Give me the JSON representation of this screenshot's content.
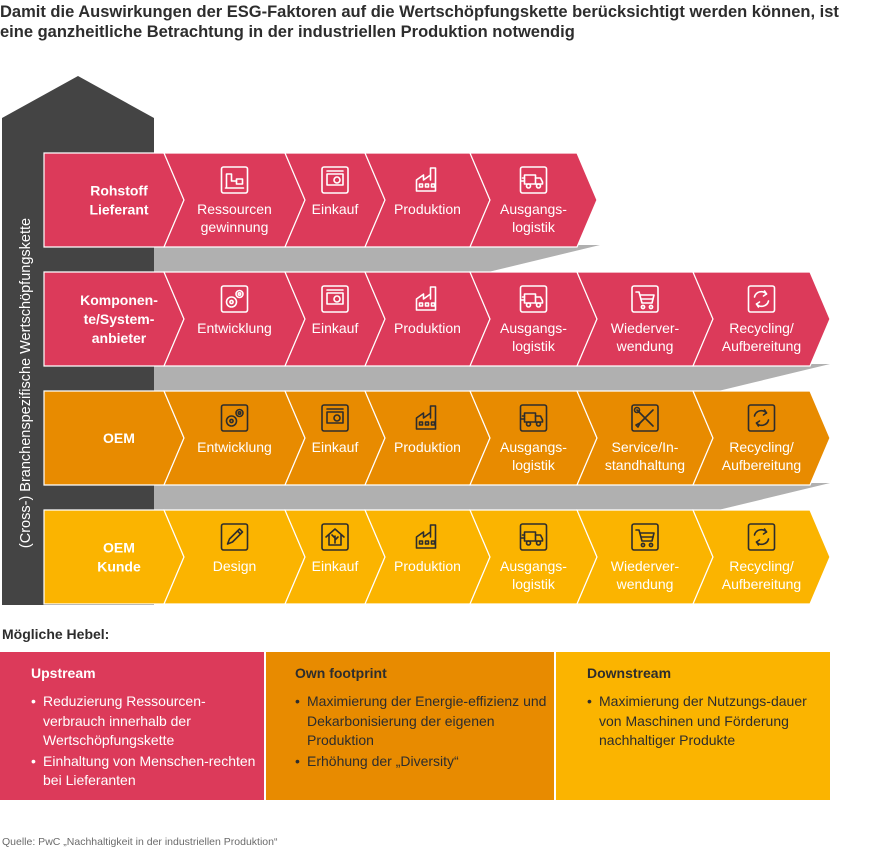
{
  "title": "Damit die Auswirkungen der ESG-Faktoren auf die Wertschöpfungskette berücksichtigt werden können, ist eine ganzheitliche Betrachtung in der industriellen Produktion notwendig",
  "side_label": "(Cross-) Branchenspezifische Wertschöpfungskette",
  "colors": {
    "red": "#dc3a5a",
    "orange": "#e88b00",
    "yellow": "#fbb400",
    "dark": "#444444",
    "funnel": "#b0b0b0"
  },
  "rows": [
    {
      "label": [
        "Rohstoff",
        "Lieferant"
      ],
      "color": "red",
      "steps": [
        {
          "icon": "resource-icon",
          "label": [
            "Ressourcen",
            "gewinnung"
          ]
        },
        {
          "icon": "purchase-icon",
          "label": [
            "Einkauf"
          ]
        },
        {
          "icon": "factory-icon",
          "label": [
            "Produktion"
          ]
        },
        {
          "icon": "truck-icon",
          "label": [
            "Ausgangs-",
            "logistik"
          ]
        }
      ]
    },
    {
      "label": [
        "Komponen-",
        "te/System-",
        "anbieter"
      ],
      "color": "red",
      "steps": [
        {
          "icon": "gears-icon",
          "label": [
            "Entwicklung"
          ]
        },
        {
          "icon": "purchase-icon",
          "label": [
            "Einkauf"
          ]
        },
        {
          "icon": "factory-icon",
          "label": [
            "Produktion"
          ]
        },
        {
          "icon": "truck-icon",
          "label": [
            "Ausgangs-",
            "logistik"
          ]
        },
        {
          "icon": "cart-icon",
          "label": [
            "Wiederver-",
            "wendung"
          ]
        },
        {
          "icon": "recycle-icon",
          "label": [
            "Recycling/",
            "Aufbereitung"
          ]
        }
      ]
    },
    {
      "label": [
        "OEM"
      ],
      "color": "orange",
      "steps": [
        {
          "icon": "gears-icon",
          "label": [
            "Entwicklung"
          ]
        },
        {
          "icon": "purchase-icon",
          "label": [
            "Einkauf"
          ]
        },
        {
          "icon": "factory-icon",
          "label": [
            "Produktion"
          ]
        },
        {
          "icon": "truck-icon",
          "label": [
            "Ausgangs-",
            "logistik"
          ]
        },
        {
          "icon": "tools-icon",
          "label": [
            "Service/In-",
            "standhaltung"
          ]
        },
        {
          "icon": "recycle-icon",
          "label": [
            "Recycling/",
            "Aufbereitung"
          ]
        }
      ]
    },
    {
      "label": [
        "OEM",
        "Kunde"
      ],
      "color": "yellow",
      "steps": [
        {
          "icon": "pencil-icon",
          "label": [
            "Design"
          ]
        },
        {
          "icon": "house-icon",
          "label": [
            "Einkauf"
          ]
        },
        {
          "icon": "factory-icon",
          "label": [
            "Produktion"
          ]
        },
        {
          "icon": "truck-icon",
          "label": [
            "Ausgangs-",
            "logistik"
          ]
        },
        {
          "icon": "cart-icon",
          "label": [
            "Wiederver-",
            "wendung"
          ]
        },
        {
          "icon": "recycle-icon",
          "label": [
            "Recycling/",
            "Aufbereitung"
          ]
        }
      ]
    }
  ],
  "levers": {
    "title": "Mögliche Hebel:",
    "upstream": {
      "title": "Upstream",
      "items": [
        "Reduzierung Ressourcen-verbrauch innerhalb der Wertschöpfungskette",
        "Einhaltung von Menschen-rechten bei Lieferanten"
      ]
    },
    "own": {
      "title": "Own footprint",
      "items": [
        "Maximierung der Energie-effizienz und Dekarbonisierung der eigenen Produktion",
        "Erhöhung der „Diversity“"
      ]
    },
    "downstream": {
      "title": "Downstream",
      "items": [
        "Maximierung der Nutzungs-dauer von Maschinen und Förderung nachhaltiger Produkte"
      ]
    }
  },
  "source": "Quelle: PwC „Nachhaltigkeit in der industriellen Produktion“"
}
